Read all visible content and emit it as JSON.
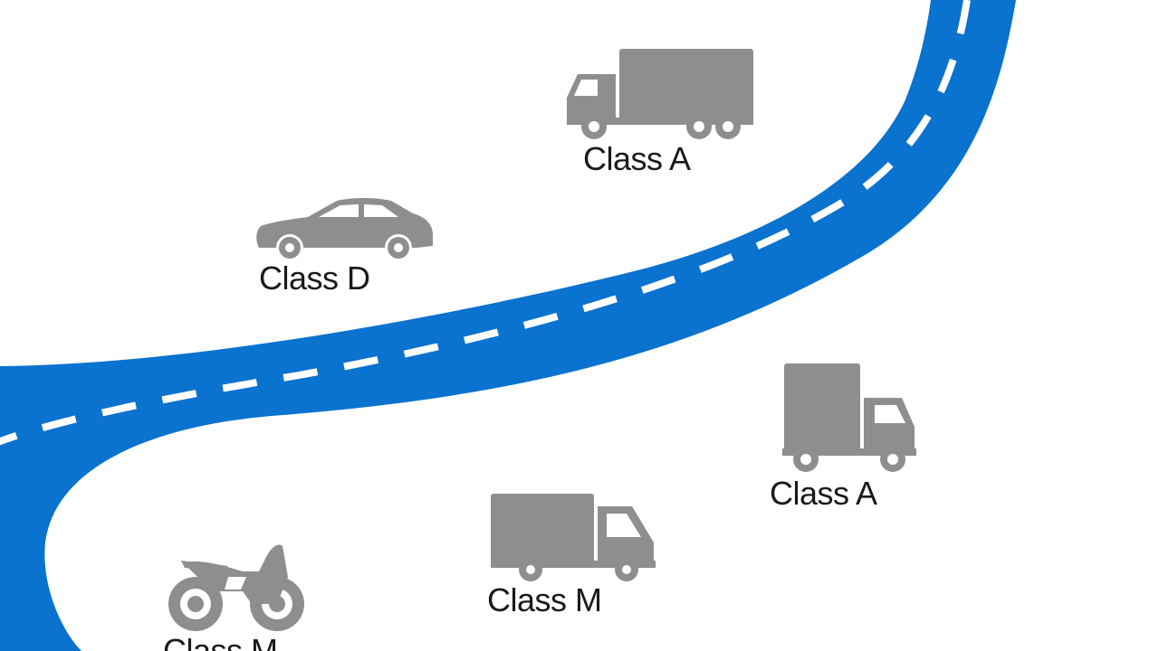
{
  "colors": {
    "road": "#0a72cf",
    "lane_marking": "#ffffff",
    "vehicle": "#8e8e8e",
    "label_text": "#1a1a1a",
    "background": "#ffffff"
  },
  "vehicles": [
    {
      "icon": "box-truck-icon",
      "label": "Class A"
    },
    {
      "icon": "sedan-car-icon",
      "label": "Class D"
    },
    {
      "icon": "box-truck-icon",
      "label": "Class A"
    },
    {
      "icon": "box-truck-icon",
      "label": "Class M"
    },
    {
      "icon": "motorcycle-icon",
      "label": "Class M"
    }
  ]
}
